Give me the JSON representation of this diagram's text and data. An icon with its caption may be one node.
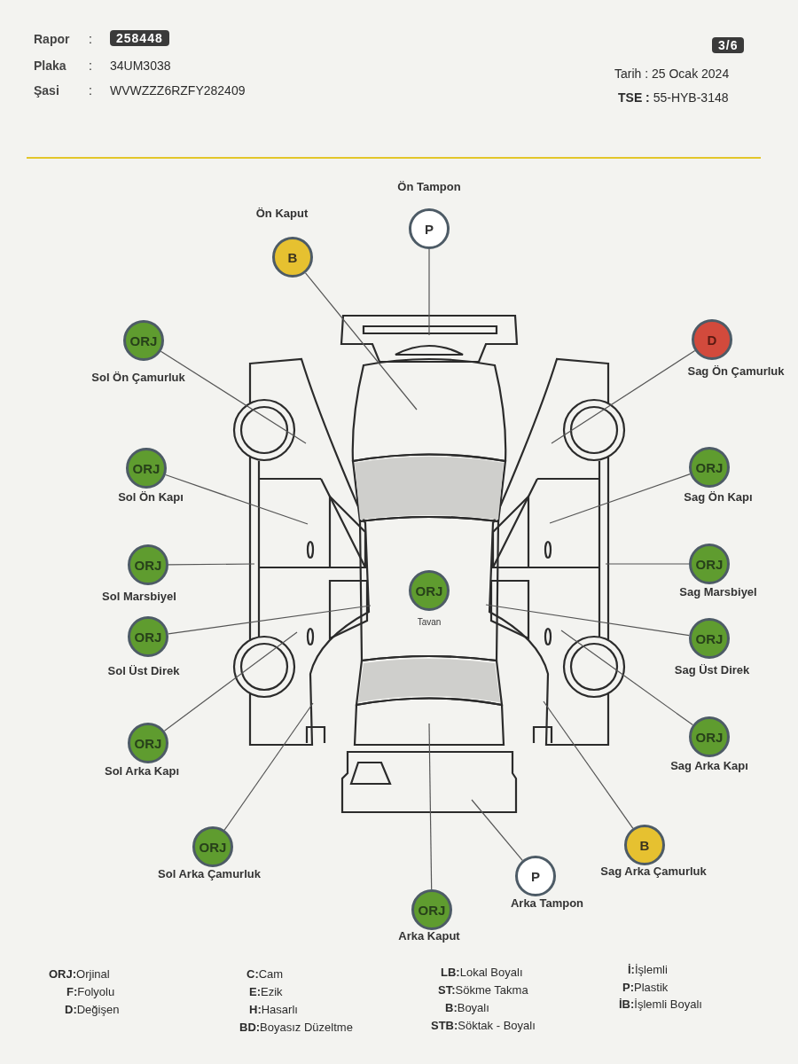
{
  "diagram": {
    "nodes": [
      {
        "text": [
          "P"
        ],
        "beside": [
          "Ön Tampon"
        ]
      },
      {
        "text": [
          "B"
        ],
        "beside": [
          "Ön Kaput"
        ]
      },
      {
        "text": [
          "ORJ"
        ],
        "beside": [
          "Sol Ön Çamurluk"
        ]
      },
      {
        "text": [
          "D"
        ],
        "beside": [
          "Sag Ön Çamurluk"
        ]
      },
      {
        "text": [
          "ORJ"
        ],
        "beside": [
          "Sol Ön Kapı"
        ]
      },
      {
        "text": [
          "ORJ"
        ],
        "beside": [
          "Sag Ön Kapı"
        ]
      },
      {
        "text": [
          "ORJ"
        ],
        "beside": [
          "Sol Marsbiyel"
        ]
      },
      {
        "text": [
          "ORJ"
        ],
        "beside": [
          "Sag Marsbiyel"
        ]
      },
      {
        "text": [
          "ORJ"
        ],
        "beside": [
          "Tavan"
        ]
      },
      {
        "text": [
          "ORJ"
        ],
        "beside": [
          "Sol Üst Direk"
        ]
      },
      {
        "text": [
          "ORJ"
        ],
        "beside": [
          "Sag Üst Direk"
        ]
      },
      {
        "text": [
          "ORJ"
        ],
        "beside": [
          "Sol Arka Kapı"
        ]
      },
      {
        "text": [
          "ORJ"
        ],
        "beside": [
          "Sag Arka Kapı"
        ]
      },
      {
        "text": [
          "ORJ"
        ],
        "beside": [
          "Sol Arka Çamurluk"
        ]
      },
      {
        "text": [
          "B"
        ],
        "beside": [
          "Sag Arka Çamurluk"
        ]
      },
      {
        "text": [
          "P"
        ],
        "beside": [
          "Arka Tampon"
        ]
      },
      {
        "text": [
          "ORJ"
        ],
        "beside": [
          "Arka Kaput"
        ]
      }
    ],
    "edges": [
      {
        "from": 0,
        "to": null,
        "arrow": "none"
      },
      {
        "from": 1,
        "to": null,
        "arrow": "none"
      },
      {
        "from": 2,
        "to": null,
        "arrow": "none"
      },
      {
        "from": 3,
        "to": null,
        "arrow": "none"
      },
      {
        "from": 4,
        "to": null,
        "arrow": "none"
      },
      {
        "from": 5,
        "to": null,
        "arrow": "none"
      },
      {
        "from": 6,
        "to": null,
        "arrow": "none"
      },
      {
        "from": 7,
        "to": null,
        "arrow": "none"
      },
      {
        "from": 9,
        "to": null,
        "arrow": "none"
      },
      {
        "from": 10,
        "to": null,
        "arrow": "none"
      },
      {
        "from": 11,
        "to": null,
        "arrow": "none"
      },
      {
        "from": 12,
        "to": null,
        "arrow": "none"
      },
      {
        "from": 13,
        "to": null,
        "arrow": "none"
      },
      {
        "from": 14,
        "to": null,
        "arrow": "none"
      },
      {
        "from": 15,
        "to": null,
        "arrow": "none"
      },
      {
        "from": 16,
        "to": null,
        "arrow": "none"
      }
    ],
    "labels": [
      "Rapor",
      ":",
      "258448",
      "Plaka",
      ":",
      "34UM3038",
      "Şasi",
      ":",
      "WVWZZZ6RZFY282409",
      "3/6",
      "Tarih : 25 Ocak 2024",
      "**TSE :** 55-HYB-3148",
      "**ORJ:**Orjinal",
      "**F:**Folyolu",
      "**D:**Değişen",
      "**C:**Cam",
      "**E:**Ezik",
      "**H:**Hasarlı",
      "**BD:**Boyasız Düzeltme",
      "**LB:**Lokal Boyalı",
      "**ST:**Sökme Takma",
      "**B:**Boyalı",
      "**STB:**Söktak - Boyalı",
      "**İ:**İşlemli",
      "**P:**Plastik",
      "**İB:**İşlemli Boyalı"
    ]
  }
}
